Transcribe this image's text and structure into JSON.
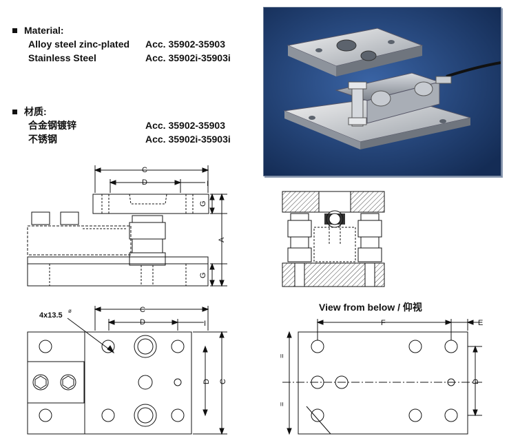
{
  "material_en": {
    "heading": "Material:",
    "rows": [
      {
        "material": "Alloy steel zinc-plated",
        "acc": "Acc. 35902-35903"
      },
      {
        "material": "Stainless Steel",
        "acc": "Acc. 35902i-35903i"
      }
    ]
  },
  "material_zh": {
    "heading": "材质:",
    "rows": [
      {
        "material": "合金钢镀锌",
        "acc": "Acc. 35902-35903"
      },
      {
        "material": "不锈钢",
        "acc": "Acc. 35902i-35903i"
      }
    ]
  },
  "drawing_labels": {
    "C": "C",
    "D": "D",
    "G": "G",
    "A": "A",
    "F": "F",
    "E": "E",
    "I": "I",
    "hole": "4x13.5",
    "hole_sup": "ø",
    "equal": "="
  },
  "view_from_below": "View from below / 仰视",
  "colors": {
    "photo_bg": "#1e3f73",
    "line": "#111111"
  }
}
